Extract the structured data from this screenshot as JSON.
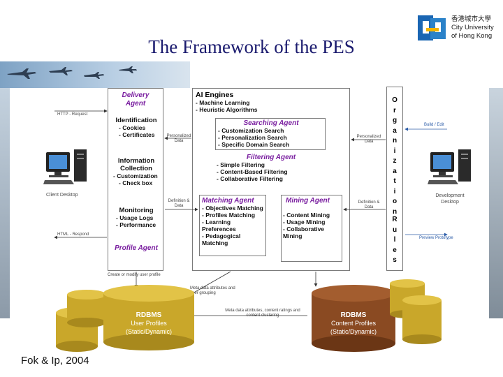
{
  "title": "The Framework of the PES",
  "logo": {
    "line1": "香港城市大學",
    "line2": "City University",
    "line3": "of Hong Kong"
  },
  "delivery_agent": {
    "title": "Delivery Agent"
  },
  "identification": {
    "title": "Identification",
    "items": [
      "- Cookies",
      "- Certificates"
    ]
  },
  "information_collection": {
    "title": "Information Collection",
    "items": [
      "- Customization",
      "- Check box"
    ]
  },
  "monitoring": {
    "title": "Monitoring",
    "items": [
      "- Usage Logs",
      "- Performance"
    ]
  },
  "profile_agent": {
    "title": "Profile Agent"
  },
  "ai_engines": {
    "title": "AI Engines",
    "items": [
      "- Machine Learning",
      "- Heuristic Algorithms"
    ]
  },
  "searching_agent": {
    "title": "Searching Agent",
    "items": [
      "- Customization Search",
      "- Personalization Search",
      "- Specific Domain Search"
    ]
  },
  "filtering_agent": {
    "title": "Filtering Agent",
    "items": [
      "- Simple Filtering",
      "- Content-Based Filtering",
      "- Collaborative Filtering"
    ]
  },
  "matching_agent": {
    "title": "Matching Agent",
    "items": [
      "- Objectives Matching",
      "- Profiles Matching",
      "- Learning Preferences",
      "- Pedagogical Matching"
    ]
  },
  "mining_agent": {
    "title": "Mining Agent",
    "items": [
      "- Content Mining",
      "- Usage Mining",
      "- Collaborative Mining"
    ]
  },
  "organization_rules": {
    "letters": [
      "O",
      "r",
      "g",
      "a",
      "n",
      "i",
      "z",
      "a",
      "t",
      "i",
      "o",
      "n"
    ],
    "rules": [
      "R",
      "u",
      "l",
      "e",
      "s"
    ]
  },
  "labels": {
    "http_request": "HTTP - Request",
    "html_respond": "HTML - Respond",
    "client_desktop": "Client Desktop",
    "development_desktop": "Development Desktop",
    "build_edit": "Build / Edit",
    "preview_prototype": "Preview Prototype",
    "personalized_data_left": "Personalized Data",
    "personalized_data_right": "Personalized Data",
    "definition_data_left": "Definition & Data",
    "definition_data_right": "Definition & Data",
    "create_modify_profile": "Create or modify user profile",
    "meta_data_user": "Meta data attributes and user grouping",
    "meta_data_content": "Meta data attributes, content ratings and content clustering"
  },
  "db_user": {
    "title": "RDBMS",
    "line1": "User Profiles",
    "line2": "(Static/Dynamic)"
  },
  "db_content": {
    "title": "RDBMS",
    "line1": "Content Profiles",
    "line2": "(Static/Dynamic)"
  },
  "footer": "Fok & Ip, 2004",
  "colors": {
    "title": "#1a1a6e",
    "agent_heading": "#7a1fa0",
    "database": "#c9a72a",
    "database_dark": "#8a4a22",
    "link_blue": "#2b5ca8"
  }
}
